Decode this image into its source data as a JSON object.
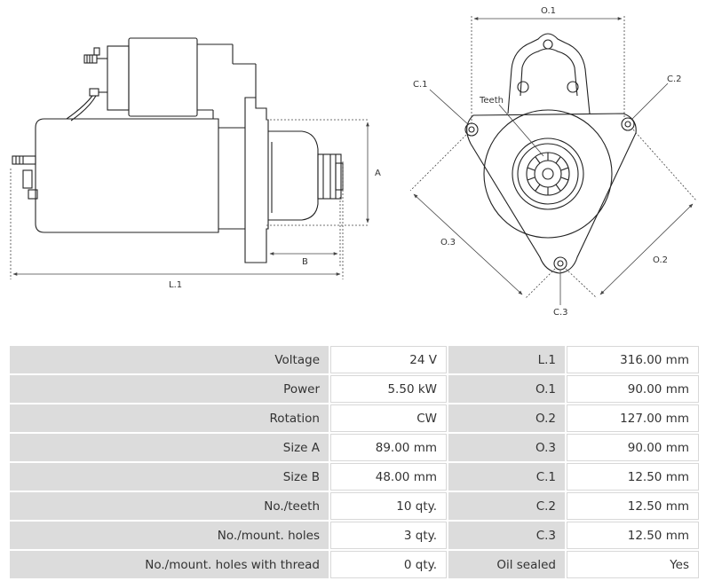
{
  "diagram": {
    "side_view": {
      "dimension_a": "A",
      "dimension_b": "B",
      "dimension_l1": "L.1"
    },
    "front_view": {
      "label_o1": "O.1",
      "label_o2": "O.2",
      "label_o3": "O.3",
      "label_c1": "C.1",
      "label_c2": "C.2",
      "label_c3": "C.3",
      "label_teeth": "Teeth"
    }
  },
  "specs": {
    "rows": [
      {
        "label": "Voltage",
        "value": "24 V",
        "label2": "L.1",
        "value2": "316.00 mm"
      },
      {
        "label": "Power",
        "value": "5.50 kW",
        "label2": "O.1",
        "value2": "90.00 mm"
      },
      {
        "label": "Rotation",
        "value": "CW",
        "label2": "O.2",
        "value2": "127.00 mm"
      },
      {
        "label": "Size A",
        "value": "89.00 mm",
        "label2": "O.3",
        "value2": "90.00 mm"
      },
      {
        "label": "Size B",
        "value": "48.00 mm",
        "label2": "C.1",
        "value2": "12.50 mm"
      },
      {
        "label": "No./teeth",
        "value": "10 qty.",
        "label2": "C.2",
        "value2": "12.50 mm"
      },
      {
        "label": "No./mount. holes",
        "value": "3 qty.",
        "label2": "C.3",
        "value2": "12.50 mm"
      },
      {
        "label": "No./mount. holes with thread",
        "value": "0 qty.",
        "label2": "Oil sealed",
        "value2": "Yes"
      }
    ]
  }
}
